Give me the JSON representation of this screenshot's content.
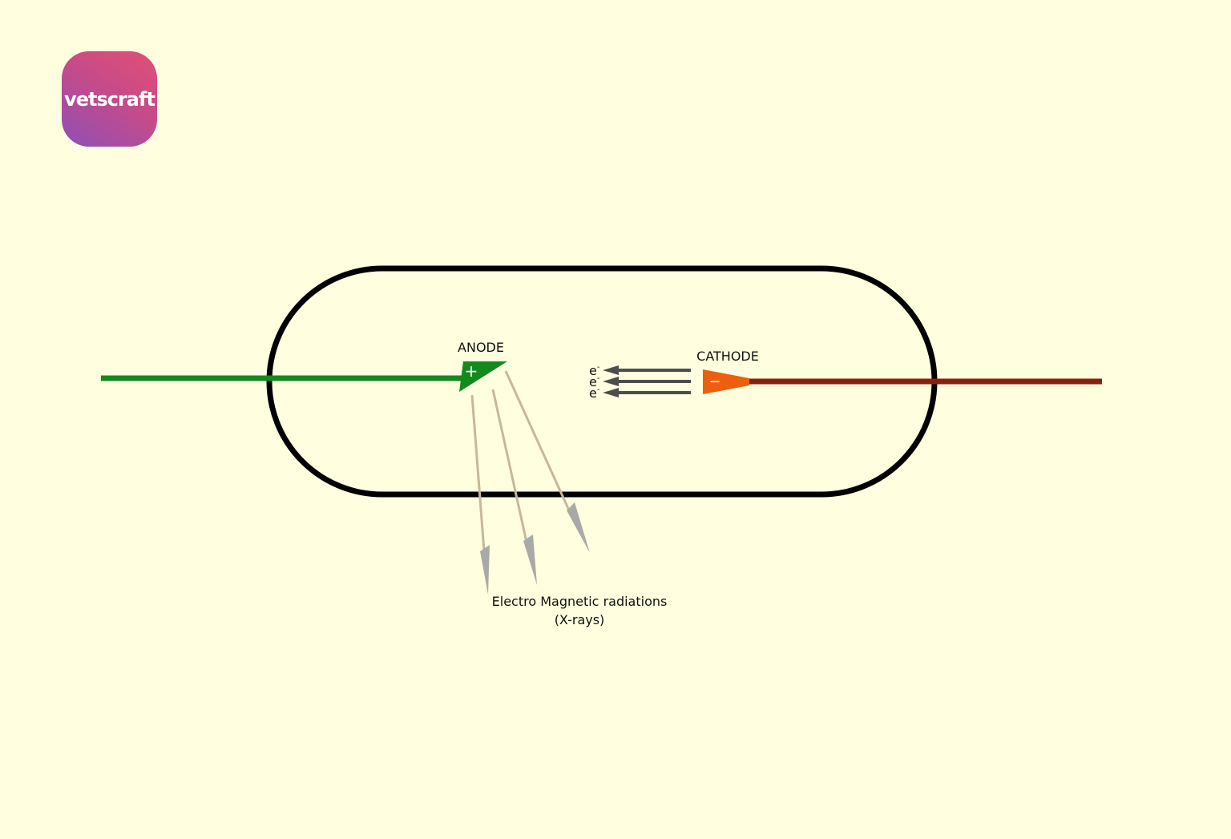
{
  "brand": {
    "logo_text": "vetscraft",
    "logo_colors": [
      "#e24f74",
      "#8f4fb6"
    ]
  },
  "diagram": {
    "anode_label": "ANODE",
    "anode_symbol": "+",
    "cathode_label": "CATHODE",
    "cathode_symbol": "−",
    "electron_labels": [
      "e",
      "e",
      "e"
    ],
    "electron_superscript": "-",
    "radiation_label_line1": "Electro Magnetic radiations",
    "radiation_label_line2": "(X-rays)",
    "colors": {
      "tube_outline": "#000000",
      "anode": "#138a1e",
      "cathode": "#ec5f0f",
      "cathode_wire": "#8a1f0c",
      "electron_arrow": "#4d4d4d",
      "xray_beam": "#c8b79c",
      "xray_arrowhead": "#a9a9a9"
    }
  }
}
